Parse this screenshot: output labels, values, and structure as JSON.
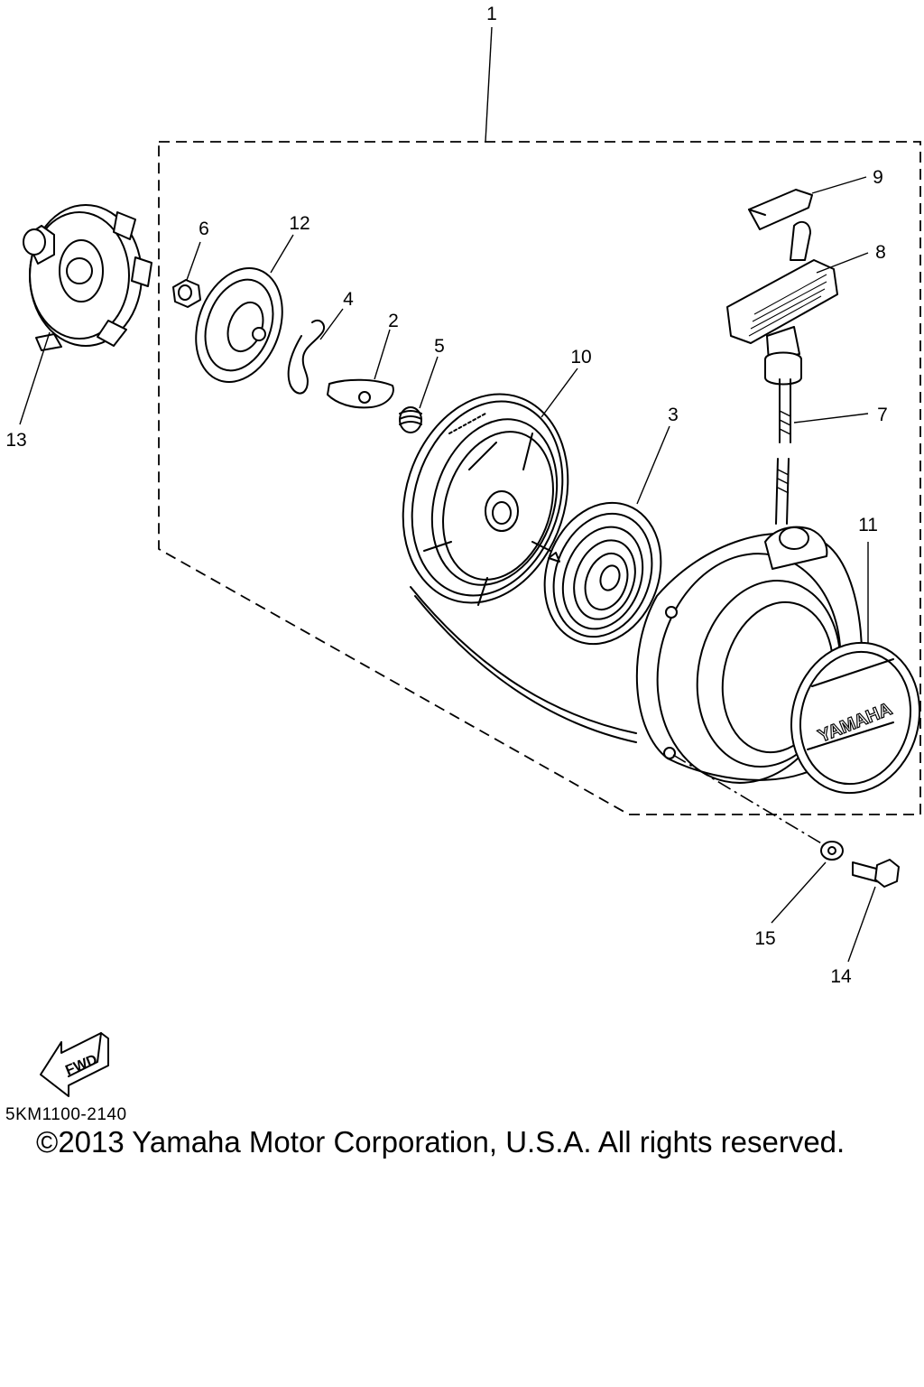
{
  "callouts": [
    {
      "id": "1",
      "label": "1"
    },
    {
      "id": "2",
      "label": "2"
    },
    {
      "id": "3",
      "label": "3"
    },
    {
      "id": "4",
      "label": "4"
    },
    {
      "id": "5",
      "label": "5"
    },
    {
      "id": "6",
      "label": "6"
    },
    {
      "id": "7",
      "label": "7"
    },
    {
      "id": "8",
      "label": "8"
    },
    {
      "id": "9",
      "label": "9"
    },
    {
      "id": "10",
      "label": "10"
    },
    {
      "id": "11",
      "label": "11"
    },
    {
      "id": "12",
      "label": "12"
    },
    {
      "id": "13",
      "label": "13"
    },
    {
      "id": "14",
      "label": "14"
    },
    {
      "id": "15",
      "label": "15"
    }
  ],
  "cover_logo_text": "YAMAHA",
  "fwd_label": "FWD",
  "diagram_code": "5KM1100-2140",
  "copyright": "©2013 Yamaha Motor Corporation, U.S.A. All rights reserved."
}
